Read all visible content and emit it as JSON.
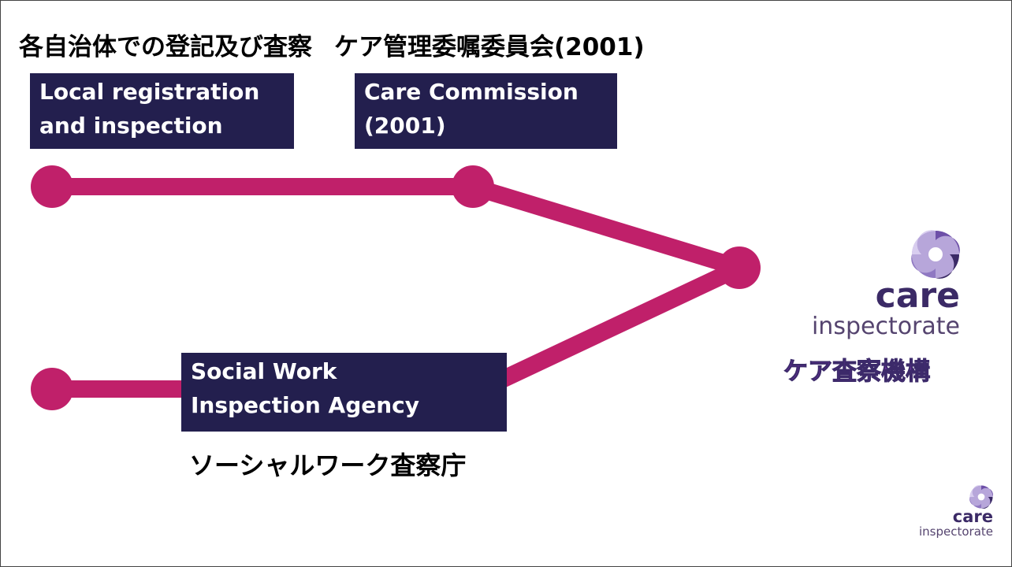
{
  "title": {
    "japanese": "各自治体での登記及び査察",
    "japanese_secondary": "ケア管理委嘱委員会(2001)"
  },
  "nodes": {
    "local": {
      "line1": "Local registration",
      "line2": "and inspection"
    },
    "care_commission": {
      "line1": "Care Commission",
      "line2": "(2001)"
    },
    "swia": {
      "line1": "Social Work",
      "line2": "Inspection Agency",
      "japanese": "ソーシャルワーク査察庁"
    },
    "care_inspectorate": {
      "japanese": "ケア査察機構"
    }
  },
  "logo": {
    "word1": "care",
    "word2": "inspectorate"
  },
  "colors": {
    "timeline": "#c0206a",
    "box_bg": "#231f4e",
    "box_text": "#ffffff",
    "logo_dark": "#3b2a66",
    "logo_light": "#9b84c4",
    "ci_label": "#6b2d9e"
  }
}
